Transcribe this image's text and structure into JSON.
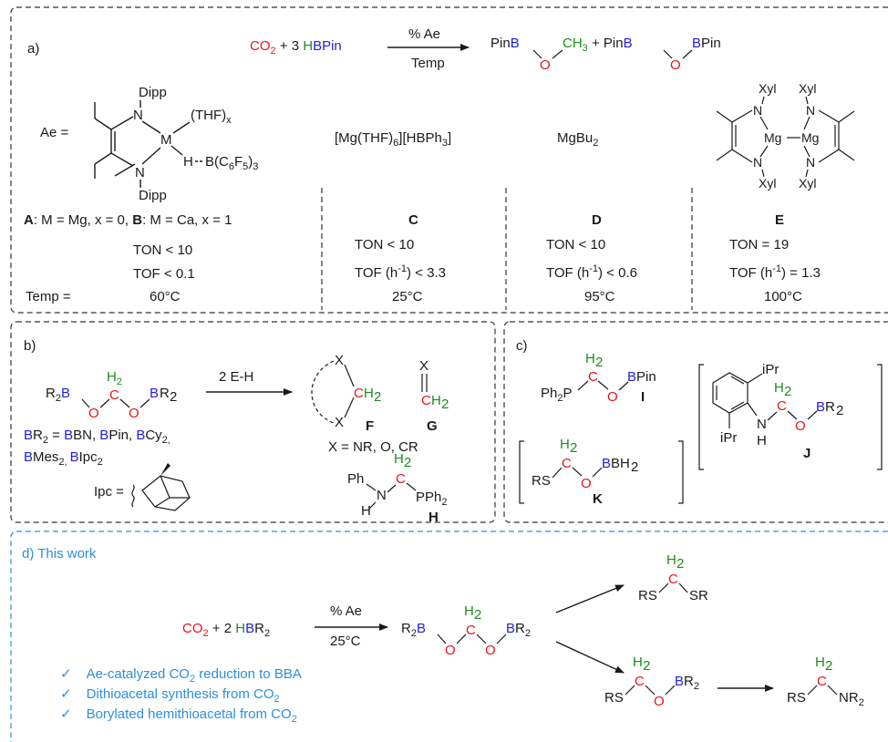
{
  "panel_a": {
    "label": "a)",
    "reaction": {
      "co2": "CO",
      "co2_sub": "2",
      "plus1": " + 3 ",
      "h": "H",
      "bpin": "BPin",
      "above_arrow": "% Ae",
      "below_arrow": "Temp",
      "p1_pin": "Pin",
      "p1_b": "B",
      "p1_o": "O",
      "p1_ch3": "CH",
      "p1_sub": "3",
      "plus2": " + ",
      "p2_pin": "Pin",
      "p2_b": "B",
      "p2_o": "O",
      "p2_b2": "B",
      "p2_pin2": "Pin"
    },
    "ae_label": "Ae  =",
    "complex_ab": {
      "dipp_top": "Dipp",
      "n_top": "N",
      "m": "M",
      "thf": "(THF)",
      "thf_sub": "x",
      "h": "H",
      "borane": "B(C",
      "borane_sub1": "6",
      "borane_mid": "F",
      "borane_sub2": "5",
      "borane_end": ")",
      "borane_sub3": "3",
      "n_bot": "N",
      "dipp_bot": "Dipp"
    },
    "complex_c": {
      "pre": "[Mg(THF)",
      "sub": "6",
      "post": "][HBPh",
      "sub2": "3",
      "end": "]"
    },
    "complex_d": {
      "text": "MgBu",
      "sub": "2"
    },
    "complex_e": {
      "xyl": "Xyl",
      "n": "N",
      "mg": "Mg"
    },
    "columns": [
      {
        "id_a": "A",
        "id_b": "B",
        "desc1": ": M = Mg, x = 0, ",
        "desc2": ": M = Ca, x = 1",
        "ton": "TON < 10",
        "tof": "TOF < 0.1",
        "temp": "60°C"
      },
      {
        "id": "C",
        "ton": "TON < 10",
        "tof_pre": "TOF (h",
        "tof_sup": "-1",
        "tof_post": ") < 3.3",
        "temp": "25°C"
      },
      {
        "id": "D",
        "ton": "TON < 10",
        "tof_pre": "TOF (h",
        "tof_sup": "-1",
        "tof_post": ") < 0.6",
        "temp": "95°C"
      },
      {
        "id": "E",
        "ton": "TON = 19",
        "tof_pre": "TOF (h",
        "tof_sup": "-1",
        "tof_post": ") = 1.3",
        "temp": "100°C"
      }
    ],
    "temp_label": "Temp  ="
  },
  "panel_b": {
    "label": "b)",
    "r2b": "R",
    "r2b_sub": "2",
    "b": "B",
    "o": "O",
    "c": "C",
    "h2": "H",
    "h2_sub": "2",
    "br2": "BR",
    "br2_sub": "2",
    "arrow_label": "2 E-H",
    "defs_line1_pre": "B",
    "defs_line1": "R",
    "defs_line1_sub": "2",
    "defs_line1_eq": " = ",
    "defs_items": [
      "B",
      "BN, ",
      "B",
      "Pin, ",
      "B",
      "Cy",
      "2,"
    ],
    "defs_line2": [
      "B",
      "Mes",
      "2, ",
      "B",
      "Ipc",
      "2"
    ],
    "ipc_label": "Ipc =",
    "x_top": "X",
    "x_bot": "X",
    "ch2": "CH",
    "ch2_sub": "2",
    "f": "F",
    "g": "G",
    "x_g": "X",
    "ch2_g": "CH",
    "x_def": "X = NR, O, CR",
    "ph": "Ph",
    "n": "N",
    "hh": "H",
    "pph2": "PPh",
    "pph2_sub": "2",
    "h_label": "H"
  },
  "panel_c": {
    "label": "c)",
    "ph2p": "Ph",
    "ph2p_sub": "2",
    "p": "P",
    "o": "O",
    "bpin": "BPin",
    "i": "I",
    "ipr_top": "iPr",
    "ipr_bot": "iPr",
    "n": "N",
    "h": "H",
    "br2": "BR",
    "j": "J",
    "rs": "RS",
    "bh2": "BH",
    "k": "K"
  },
  "panel_d": {
    "label": "d) This work",
    "co2": "CO",
    "plus": " + 2 ",
    "h": "H",
    "br2": "BR",
    "above_arrow": "% Ae",
    "below_arrow": "25°C",
    "r2b": "R",
    "rs": "RS",
    "sr": "SR",
    "nr2": "NR",
    "checks": [
      {
        "mark": "✓",
        "pre": "Ae-catalyzed CO",
        "sub": "2",
        "post": " reduction to BBA"
      },
      {
        "mark": "✓",
        "pre": "Dithioacetal synthesis from CO",
        "sub": "2",
        "post": ""
      },
      {
        "mark": "✓",
        "pre": "Borylated hemithioacetal from CO",
        "sub": "2",
        "post": ""
      }
    ]
  }
}
